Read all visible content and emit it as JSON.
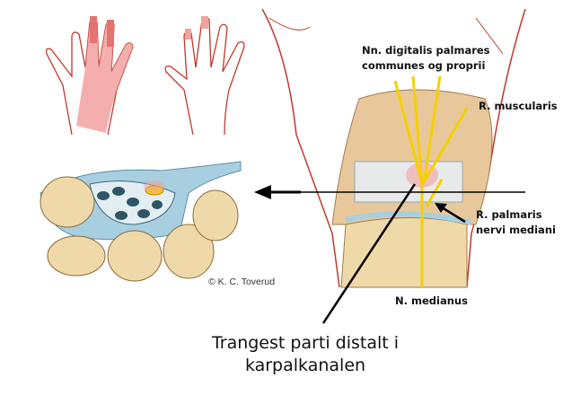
{
  "labels": {
    "digitalis_line1": "Nn. digitalis palmares",
    "digitalis_line2": "communes og proprii",
    "muscularis": "R. muscularis",
    "palmaris_line1": "R. palmaris",
    "palmaris_line2": "nervi mediani",
    "medianus": "N. medianus",
    "copyright": "© K. C. Toverud"
  },
  "caption": {
    "line1": "Trangest parti distalt i",
    "line2": "karpalkanalen"
  },
  "colors": {
    "outline_red": "#c0392b",
    "nerve_yellow": "#f5d000",
    "bone": "#f0d9a8",
    "ligament_blue": "#a8cfe0",
    "affected_pink": "#f2a0a0"
  }
}
